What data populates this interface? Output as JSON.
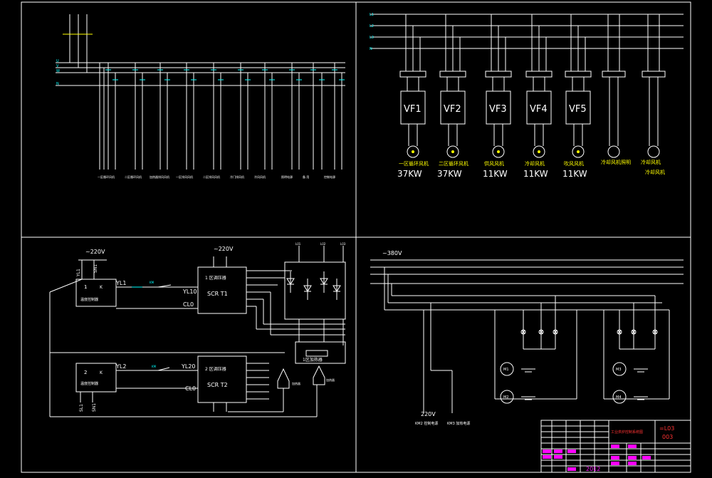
{
  "colors": {
    "background": "#000000",
    "line": "#ffffff",
    "accent_yellow": "#ffff00",
    "accent_cyan": "#00ffff",
    "accent_magenta": "#ff00ff",
    "accent_green": "#00ff00",
    "accent_red": "#ff3333"
  },
  "q1": {
    "bus_labels": [
      "U",
      "V",
      "W",
      "N"
    ],
    "feeders": [
      "一区循环风机",
      "二区循环风机",
      "加热器排风风机",
      "一区排风风机",
      "二区排风风机",
      "冷门排风机",
      "冷风风机",
      "照明电源",
      "备 用",
      "控制电源"
    ]
  },
  "q2": {
    "drives": [
      {
        "tag": "VF1",
        "name": "一区循环风机",
        "power": "37KW"
      },
      {
        "tag": "VF2",
        "name": "二区循环风机",
        "power": "37KW"
      },
      {
        "tag": "VF3",
        "name": "供风风机",
        "power": "11KW"
      },
      {
        "tag": "VF4",
        "name": "冷却风机",
        "power": "11KW"
      },
      {
        "tag": "VF5",
        "name": "吹风风机",
        "power": "11KW"
      }
    ],
    "direct_loads": [
      {
        "name": "冷却风机照明"
      },
      {
        "name": "冷却风机",
        "sub": "冷却风机"
      }
    ]
  },
  "q3": {
    "voltage_top_left": "~220V",
    "voltage_top_mid": "~220V",
    "unit1": {
      "num": "1",
      "box": "K",
      "caption": "温度控制器",
      "yl": "YL1",
      "sn": "SN1",
      "yl_out": "YL10",
      "cl": "CL0",
      "scr_title": "1 区调压器",
      "scr_name": "SCR T1"
    },
    "unit2": {
      "num": "2",
      "box": "K",
      "caption": "温度控制器",
      "yl": "YL2",
      "yl_out": "YL20",
      "cl": "CL0",
      "scr_title": "2 区调压器",
      "scr_name": "SCR T2",
      "sl": "SL1",
      "sn": "SN1"
    },
    "heater_label": "1区加热器",
    "contact_labels": [
      "KM",
      "KM"
    ],
    "top_terminals": [
      "L01",
      "L02",
      "L03"
    ],
    "heater_tags": [
      "加热器",
      "加热器"
    ]
  },
  "q4": {
    "voltage": "~380V",
    "bottom_labels": [
      "220V",
      "KM2 控制电源",
      "KM3 加热电源"
    ],
    "fans": [
      "M1",
      "M2",
      "M3",
      "M4"
    ]
  },
  "title_block": {
    "project": "工业烘炉控制系统图",
    "code": "=L03",
    "sheet": "003",
    "year": "2012"
  }
}
